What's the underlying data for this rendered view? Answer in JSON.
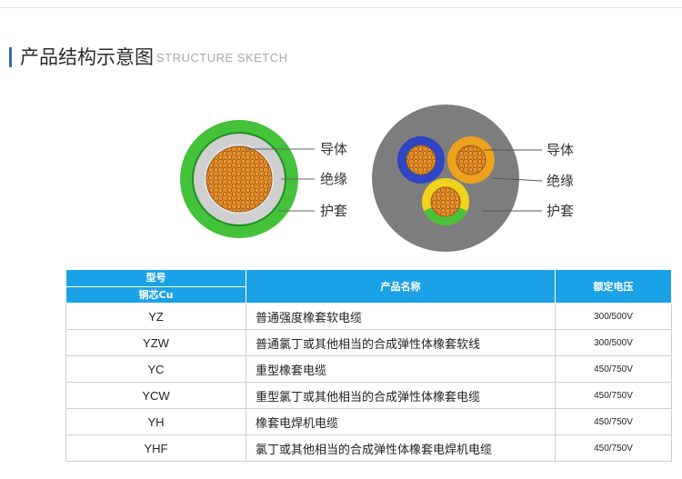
{
  "heading": {
    "title_cn": "产品结构示意图",
    "title_en": "STRUCTURE SKETCH"
  },
  "cable_labels": {
    "left": [
      "导体",
      "绝缘",
      "护套"
    ],
    "right": [
      "导体",
      "绝缘",
      "护套"
    ]
  },
  "colors": {
    "accent": "#2d6db5",
    "table_header": "#1ba2e6",
    "sheath_green": "#44c23a",
    "insulation_grey": "#cfcfcf",
    "conductor_orange": "#e38a25",
    "sheath_grey": "#7d7d7d",
    "core_blue": "#2f45c4",
    "core_yellow": "#eda21c"
  },
  "table": {
    "headers": {
      "model_line1": "型号",
      "model_line2": "铜芯Cu",
      "name": "产品名称",
      "voltage": "额定电压"
    },
    "rows": [
      {
        "model": "YZ",
        "name": "普通强度橡套软电缆",
        "voltage": "300/500V"
      },
      {
        "model": "YZW",
        "name": "普通氯丁或其他相当的合成弹性体橡套软线",
        "voltage": "300/500V"
      },
      {
        "model": "YC",
        "name": "重型橡套电缆",
        "voltage": "450/750V"
      },
      {
        "model": "YCW",
        "name": "重型氯丁或其他相当的合成弹性体橡套电缆",
        "voltage": "450/750V"
      },
      {
        "model": "YH",
        "name": "橡套电焊机电缆",
        "voltage": "450/750V"
      },
      {
        "model": "YHF",
        "name": "氯丁或其他相当的合成弹性体橡套电焊机电缆",
        "voltage": "450/750V"
      }
    ]
  }
}
